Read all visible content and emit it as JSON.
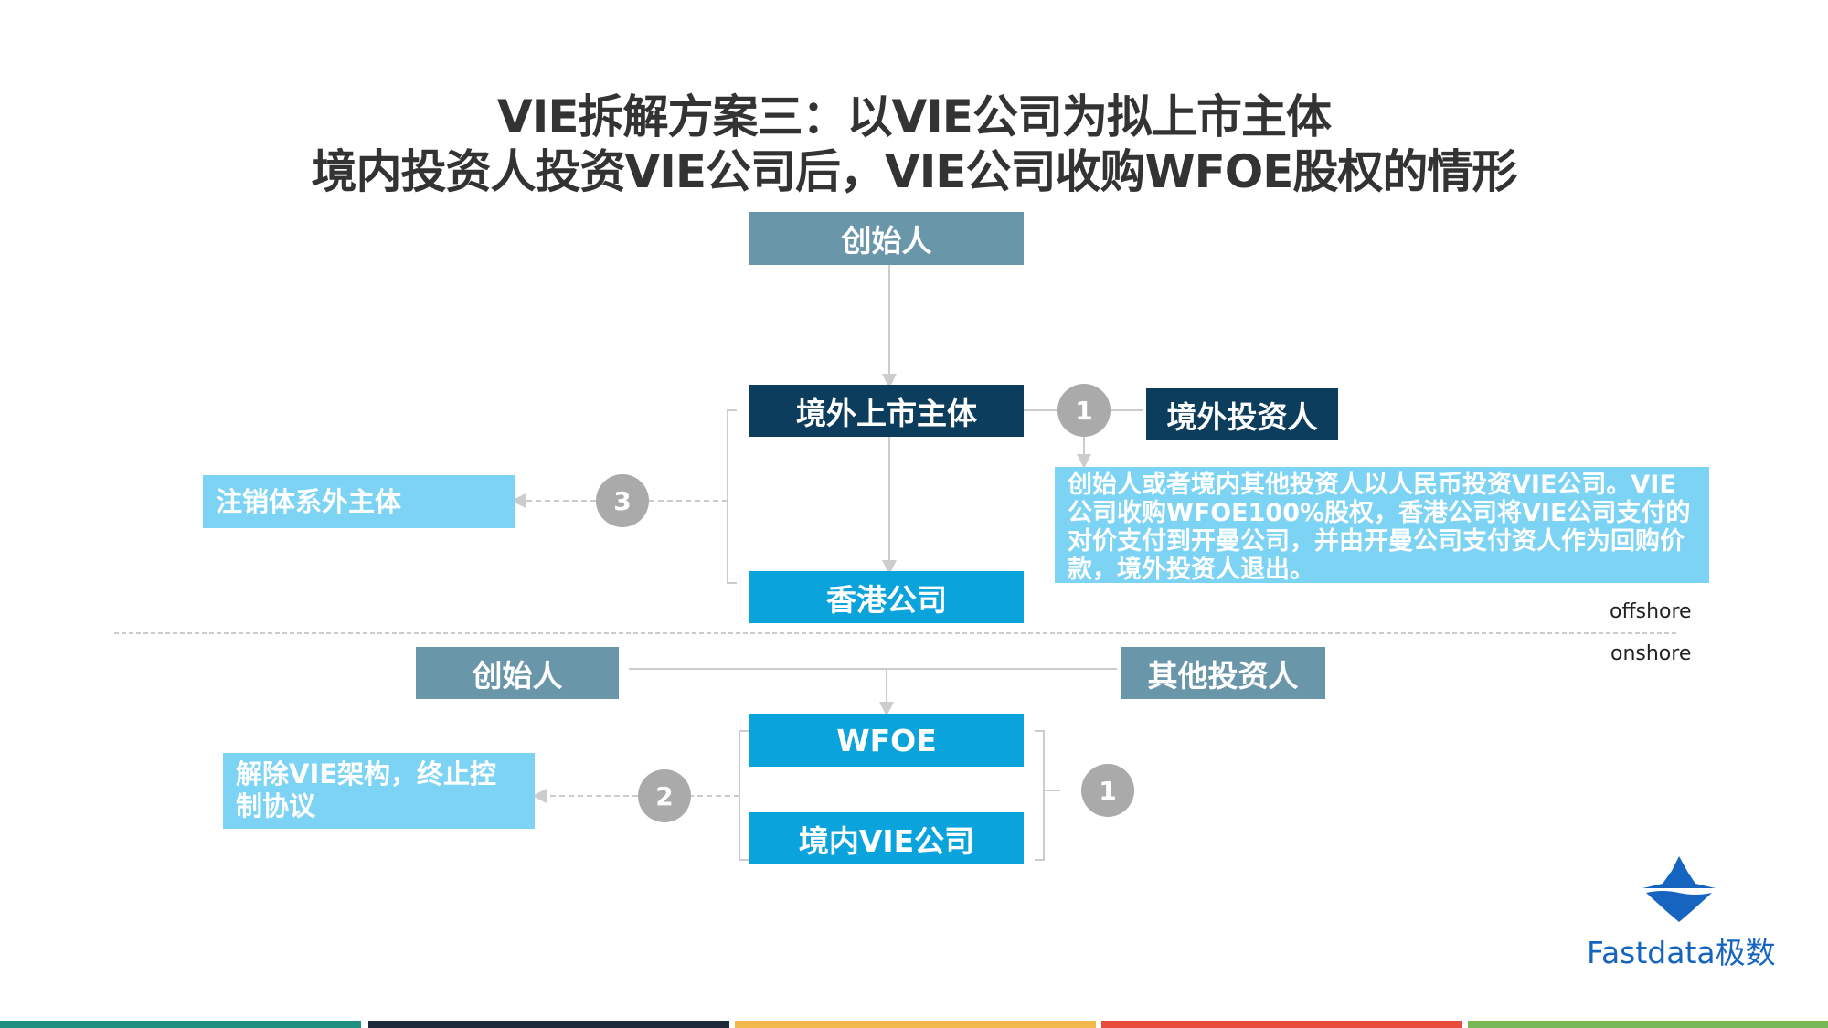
{
  "title": {
    "line1": "VIE拆解方案三：以VIE公司为拟上市主体",
    "line2": "境内投资人投资VIE公司后，VIE公司收购WFOE股权的情形"
  },
  "offshore": {
    "founder": "创始人",
    "listing_entity": "境外上市主体",
    "foreign_investor": "境外投资人",
    "step1_badge": "1",
    "step1_note": "创始人或者境内其他投资人以人民币投资VIE公司。VIE 公司收购WFOE100%股权，香港公司将VIE公司支付的对价支付到开曼公司，并由开曼公司支付资人作为回购价款，境外投资人退出。",
    "step3_badge": "3",
    "step3_note": "注销体系外主体",
    "hk_company": "香港公司"
  },
  "divider": {
    "offshore_label": "offshore",
    "onshore_label": "onshore"
  },
  "onshore": {
    "founder": "创始人",
    "other_investors": "其他投资人",
    "wfoe": "WFOE",
    "vie_company": "境内VIE公司",
    "step2_badge": "2",
    "step2_note": "解除VIE架构，终止控制协议",
    "step1_badge": "1"
  },
  "logo": {
    "text": "Fastdata极数"
  },
  "colors": {
    "gray_blue": "#6a96aa",
    "navy": "#0d3d5c",
    "blue": "#0aa3dc",
    "light_blue": "#7dd3f3",
    "badge": "#aaaaaa",
    "logo": "#1565c0"
  }
}
